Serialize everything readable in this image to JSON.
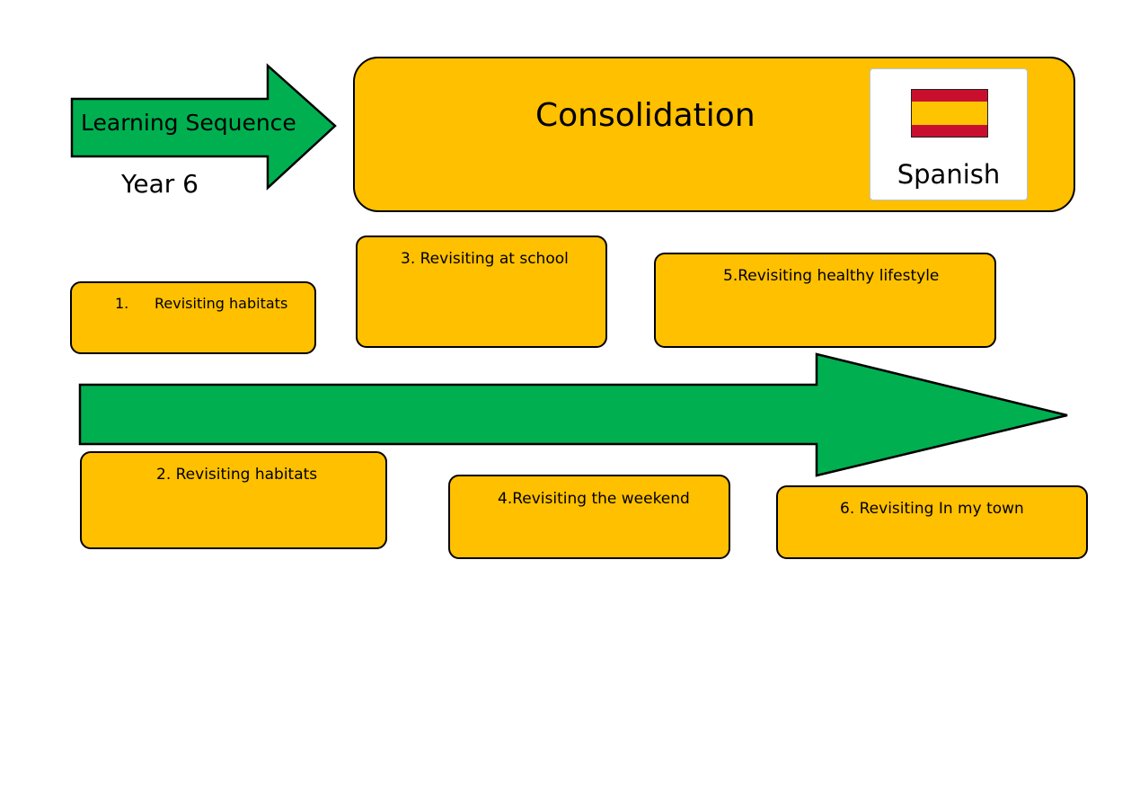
{
  "header": {
    "arrow_label": "Learning Sequence",
    "year": "Year 6",
    "title": "Consolidation",
    "subject_card": {
      "label": "Spanish",
      "icon": "spain-flag-icon"
    }
  },
  "lessons": [
    {
      "number": "1.",
      "label": "Revisiting habitats"
    },
    {
      "label": "2. Revisiting habitats"
    },
    {
      "label": "3. Revisiting at school"
    },
    {
      "label": "4.Revisiting the weekend"
    },
    {
      "label": "5.Revisiting healthy lifestyle"
    },
    {
      "label": "6. Revisiting In my town"
    }
  ],
  "colors": {
    "box_fill": "#ffc000",
    "arrow_fill": "#00b050",
    "outline": "#000000",
    "flag_red": "#c8102e",
    "flag_yellow": "#ffc400"
  }
}
